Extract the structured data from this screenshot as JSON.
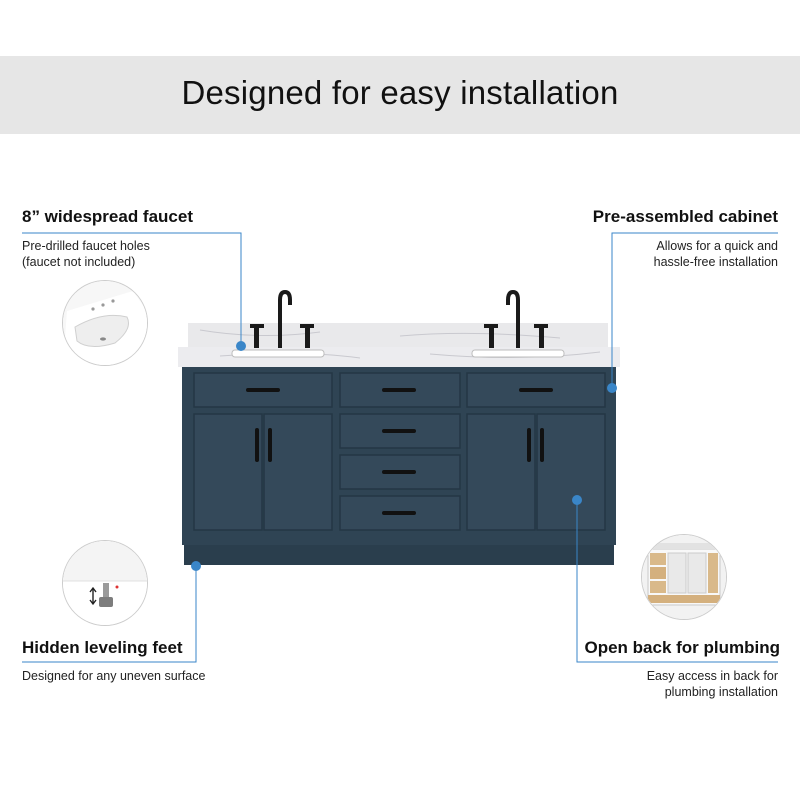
{
  "banner": {
    "title": "Designed for easy installation"
  },
  "features": {
    "faucet": {
      "title": "8” widespread faucet",
      "desc": "Pre-drilled faucet holes\n(faucet not included)"
    },
    "cabinet": {
      "title": "Pre-assembled cabinet",
      "desc": "Allows for  a quick and\nhassle-free installation"
    },
    "feet": {
      "title": "Hidden leveling feet",
      "desc": "Designed for any uneven surface"
    },
    "plumbing": {
      "title": "Open back for plumbing",
      "desc": "Easy access in back for\nplumbing installation"
    }
  },
  "colors": {
    "accent": "#3a86c8",
    "cabinet": "#2f4454",
    "banner": "#e6e6e6",
    "hardware": "#1a1a1a"
  },
  "icons": [
    "sink-detail-image",
    "leveling-foot-image",
    "cabinet-back-image"
  ]
}
